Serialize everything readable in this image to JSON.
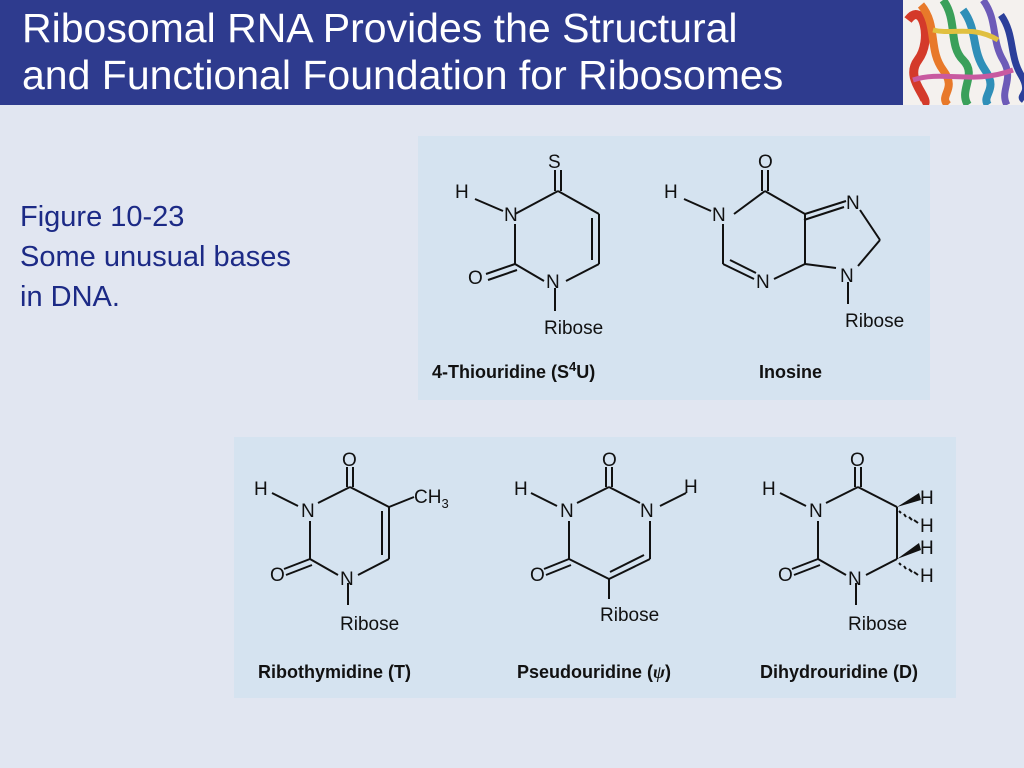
{
  "slide": {
    "title_line1": "Ribosomal RNA Provides the Structural",
    "title_line2": "and Functional Foundation for Ribosomes",
    "caption_line1": "Figure 10-23",
    "caption_line2": "Some unusual bases",
    "caption_line3": "in DNA."
  },
  "colors": {
    "header": "#2e3b8e",
    "background": "#e1e6f1",
    "panel": "#d5e3f0",
    "caption_text": "#1c2a86"
  },
  "molecules": {
    "thiouridine": {
      "name": "4-Thiouridine (S",
      "sup": "4",
      "name_end": "U)",
      "atoms": {
        "s": "S",
        "h": "H",
        "n1": "N",
        "n2": "N",
        "o": "O",
        "ribose": "Ribose"
      }
    },
    "inosine": {
      "name": "Inosine",
      "atoms": {
        "o": "O",
        "h": "H",
        "n1": "N",
        "n2": "N",
        "n3": "N",
        "n4": "N",
        "ribose": "Ribose"
      }
    },
    "ribothymidine": {
      "name": "Ribothymidine (T)",
      "atoms": {
        "o1": "O",
        "h": "H",
        "n1": "N",
        "ch": "CH",
        "ch_sub": "3",
        "o2": "O",
        "n2": "N",
        "ribose": "Ribose"
      }
    },
    "pseudouridine": {
      "name": "Pseudouridine (",
      "psi": "ψ",
      "name_end": ")",
      "atoms": {
        "o1": "O",
        "h1": "H",
        "h2": "H",
        "n1": "N",
        "n2": "N",
        "o2": "O",
        "ribose": "Ribose"
      }
    },
    "dihydrouridine": {
      "name": "Dihydrouridine (D)",
      "atoms": {
        "o1": "O",
        "h0": "H",
        "n1": "N",
        "h1": "H",
        "h2": "H",
        "h3": "H",
        "h4": "H",
        "o2": "O",
        "n2": "N",
        "ribose": "Ribose"
      }
    }
  }
}
